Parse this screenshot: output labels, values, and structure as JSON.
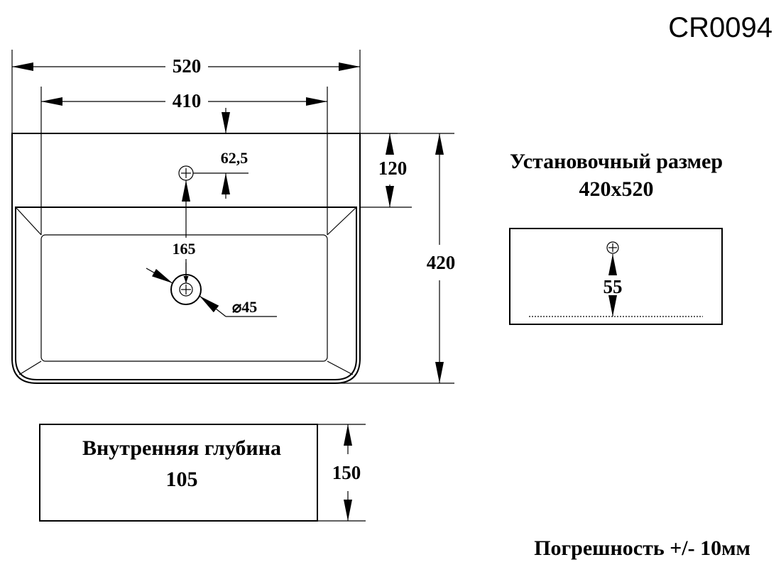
{
  "model_code": "CR0094",
  "dimensions": {
    "overall_width": "520",
    "inner_width": "410",
    "tap_offset": "62,5",
    "top_ledge": "120",
    "tap_to_drain": "165",
    "drain_diameter": "⌀45",
    "overall_depth": "420",
    "height": "150",
    "mount_offset": "55"
  },
  "installation": {
    "title": "Установочный размер",
    "size": "420x520"
  },
  "inner_depth": {
    "title": "Внутренняя глубина",
    "value": "105"
  },
  "tolerance": "Погрешность +/- 10мм"
}
